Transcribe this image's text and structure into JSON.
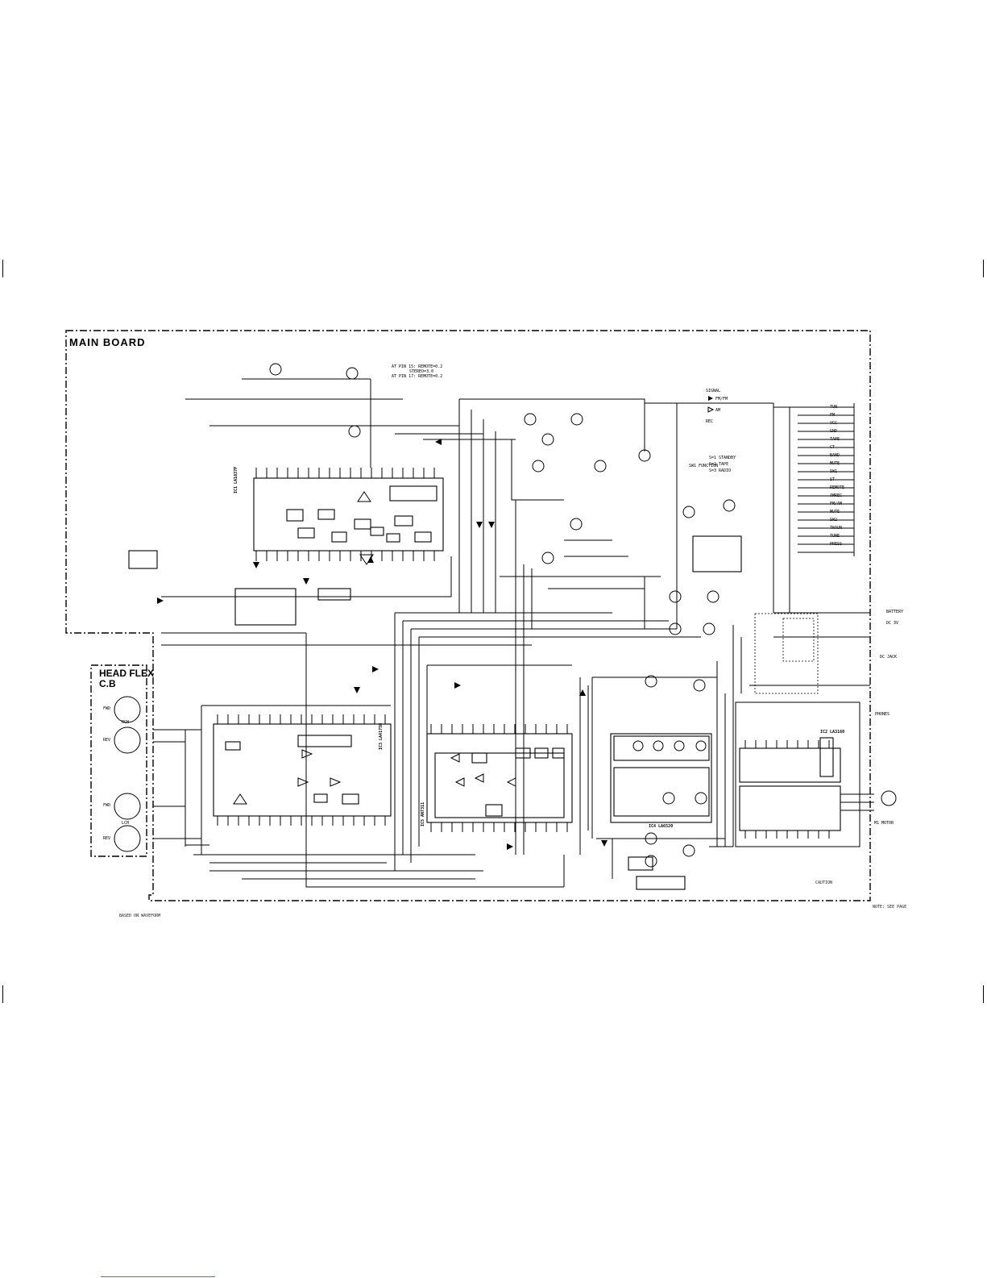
{
  "board": {
    "main_title": "MAIN BOARD",
    "flex_title_1": "HEAD FLEX",
    "flex_title_2": "C.B"
  },
  "ics": {
    "ic1": "IC1 LA1837P",
    "ic2": "IC2 LA3160",
    "ic3": "IC3 LA4175H",
    "ic4": "IC4 LA6520",
    "ic5": "IC5 AN7311"
  },
  "signal_legend": {
    "title": "SIGNAL",
    "fm": "FM/FM",
    "am": "AM",
    "rec": "REC"
  },
  "function_legend": {
    "standby": "S=1 STANDBY",
    "tape": "S=2 TAPE",
    "radio": "S=3 RADIO",
    "switch": "SW1 FUNCTION"
  },
  "connector": [
    "TUN",
    "FM",
    "VCC",
    "GND",
    "TAPE",
    "CT",
    "BAND",
    "MUTE",
    "SW1",
    "ST",
    "REMOTE",
    "AMREC",
    "FM/AM",
    "MUTE",
    "SW2",
    "TRAUN",
    "TUNE",
    "PRESS"
  ],
  "head_flex": [
    "FWD",
    "RCH",
    "REV",
    "FWD",
    "LCH",
    "REV"
  ],
  "jacks": {
    "battery": "BATTERY",
    "battery_v": "DC 3V",
    "dc_jack": "DC JACK",
    "phones": "PHONES",
    "motor": "M1 MOTOR"
  },
  "notes": {
    "pin_note_1": "AT PIN 15: REMOTE=0.2",
    "pin_note_2": "AT PIN 17: REMOTE=0.2",
    "stereo": "STEREO=3.0"
  },
  "footnotes": {
    "left": "BASED ON WAVEFORM",
    "right1": "CAUTION",
    "right2": "NOTE: SEE PAGE"
  }
}
